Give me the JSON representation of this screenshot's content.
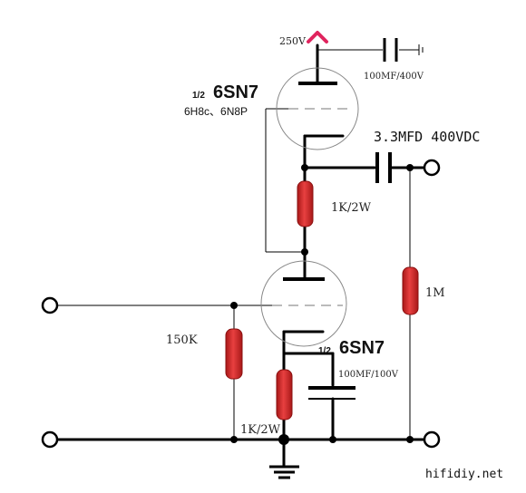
{
  "labels": {
    "supply_voltage": "250V",
    "supply_cap": "100MF/400V",
    "tube_top_fraction": "1/2",
    "tube_top_name": "6SN7",
    "tube_top_alt": "6H8c、6N8P",
    "coupling_cap": "3.3MFD 400VDC",
    "resistor_top": "1K/2W",
    "resistor_out": "1M",
    "resistor_in": "150K",
    "tube_bottom_fraction": "1/2",
    "tube_bottom_name": "6SN7",
    "bypass_cap": "100MF/100V",
    "resistor_cathode": "1K/2W",
    "watermark": "hifidiy.net"
  },
  "colors": {
    "wire": "#000000",
    "resistor": "#d42b2b",
    "supply_arrow": "#e0245e",
    "tube_outline": "#888888"
  }
}
